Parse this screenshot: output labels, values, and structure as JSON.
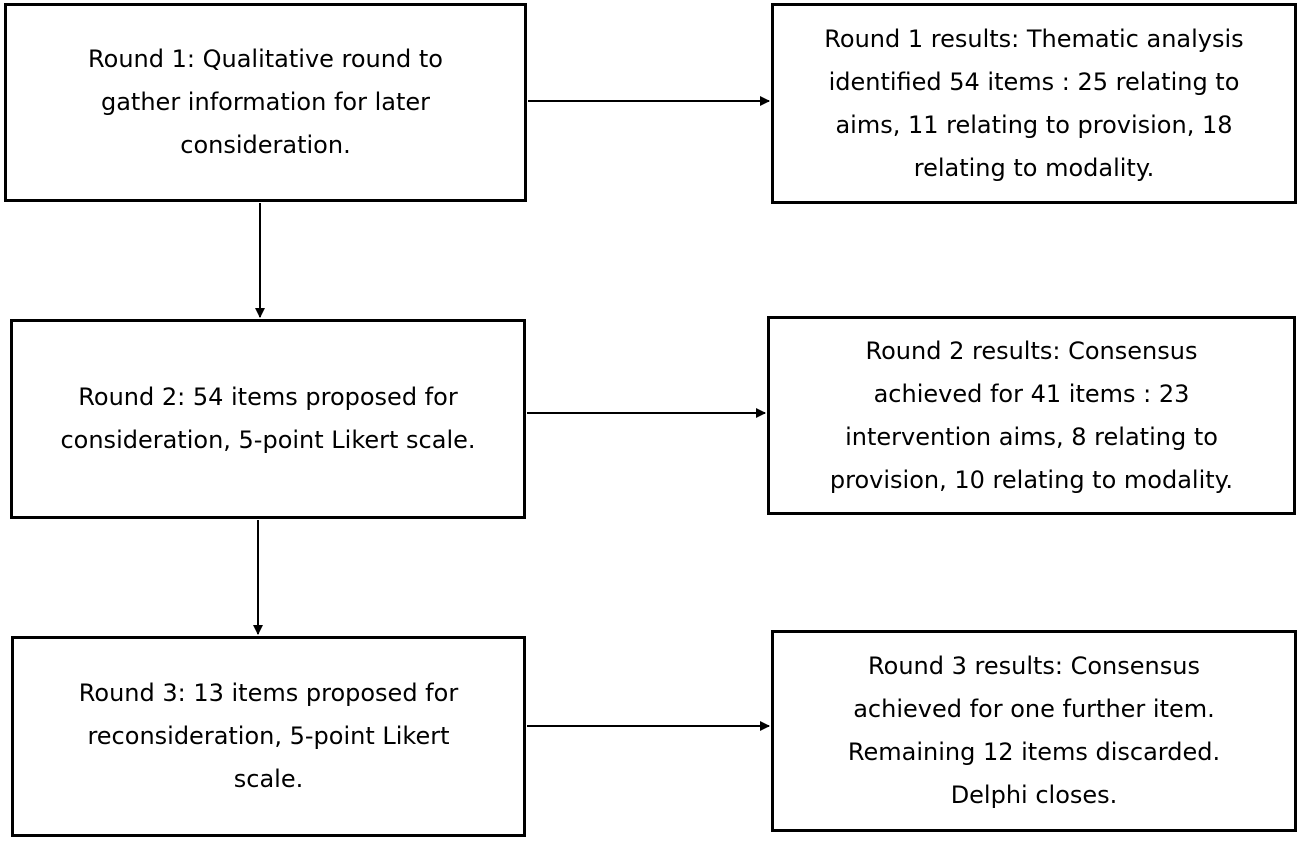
{
  "rounds": [
    {
      "text": "Round 1: Qualitative round to\ngather information for later\nconsideration."
    },
    {
      "text": "Round 2: 54 items proposed for\nconsideration, 5-point Likert scale."
    },
    {
      "text": "Round 3: 13 items proposed for\nreconsideration, 5-point Likert\nscale."
    }
  ],
  "results": [
    {
      "text": "Round 1 results: Thematic analysis\nidentified 54 items : 25 relating to\naims, 11 relating to provision, 18\nrelating to modality."
    },
    {
      "text": "Round 2 results: Consensus\nachieved for 41 items : 23\nintervention aims, 8 relating to\nprovision, 10 relating to modality."
    },
    {
      "text": "Round 3 results: Consensus\nachieved for one further item.\nRemaining 12 items discarded.\nDelphi closes."
    }
  ],
  "colors": {
    "stroke": "#000000",
    "background": "#ffffff"
  }
}
